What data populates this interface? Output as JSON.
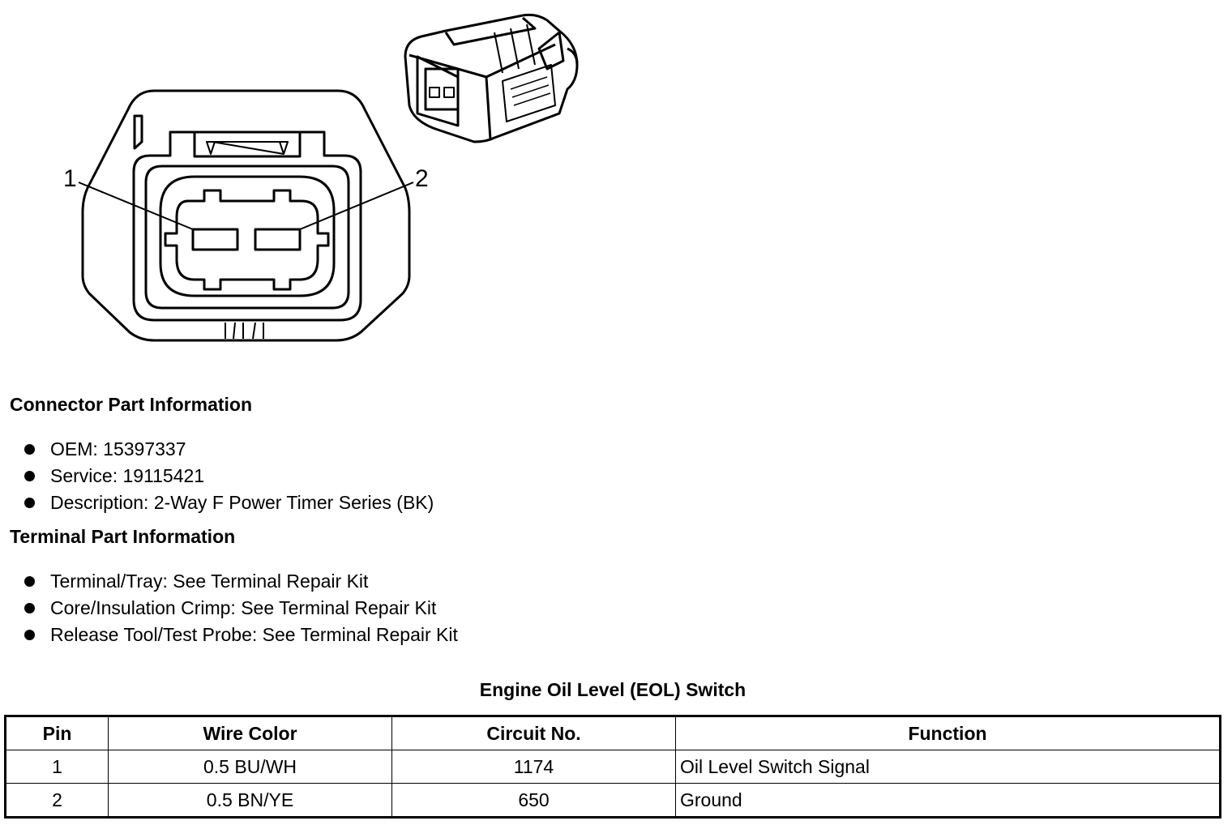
{
  "diagram": {
    "pin_labels": [
      "1",
      "2"
    ]
  },
  "connector_section": {
    "heading": "Connector Part Information",
    "items": [
      "OEM: 15397337",
      "Service: 19115421",
      "Description: 2-Way F Power Timer Series (BK)"
    ]
  },
  "terminal_section": {
    "heading": "Terminal Part Information",
    "items": [
      "Terminal/Tray: See Terminal Repair Kit",
      "Core/Insulation Crimp: See Terminal Repair Kit",
      "Release Tool/Test Probe: See Terminal Repair Kit"
    ]
  },
  "table": {
    "title": "Engine Oil Level (EOL) Switch",
    "headers": [
      "Pin",
      "Wire Color",
      "Circuit No.",
      "Function"
    ],
    "rows": [
      [
        "1",
        "0.5 BU/WH",
        "1174",
        "Oil Level Switch Signal"
      ],
      [
        "2",
        "0.5 BN/YE",
        "650",
        "Ground"
      ]
    ]
  }
}
